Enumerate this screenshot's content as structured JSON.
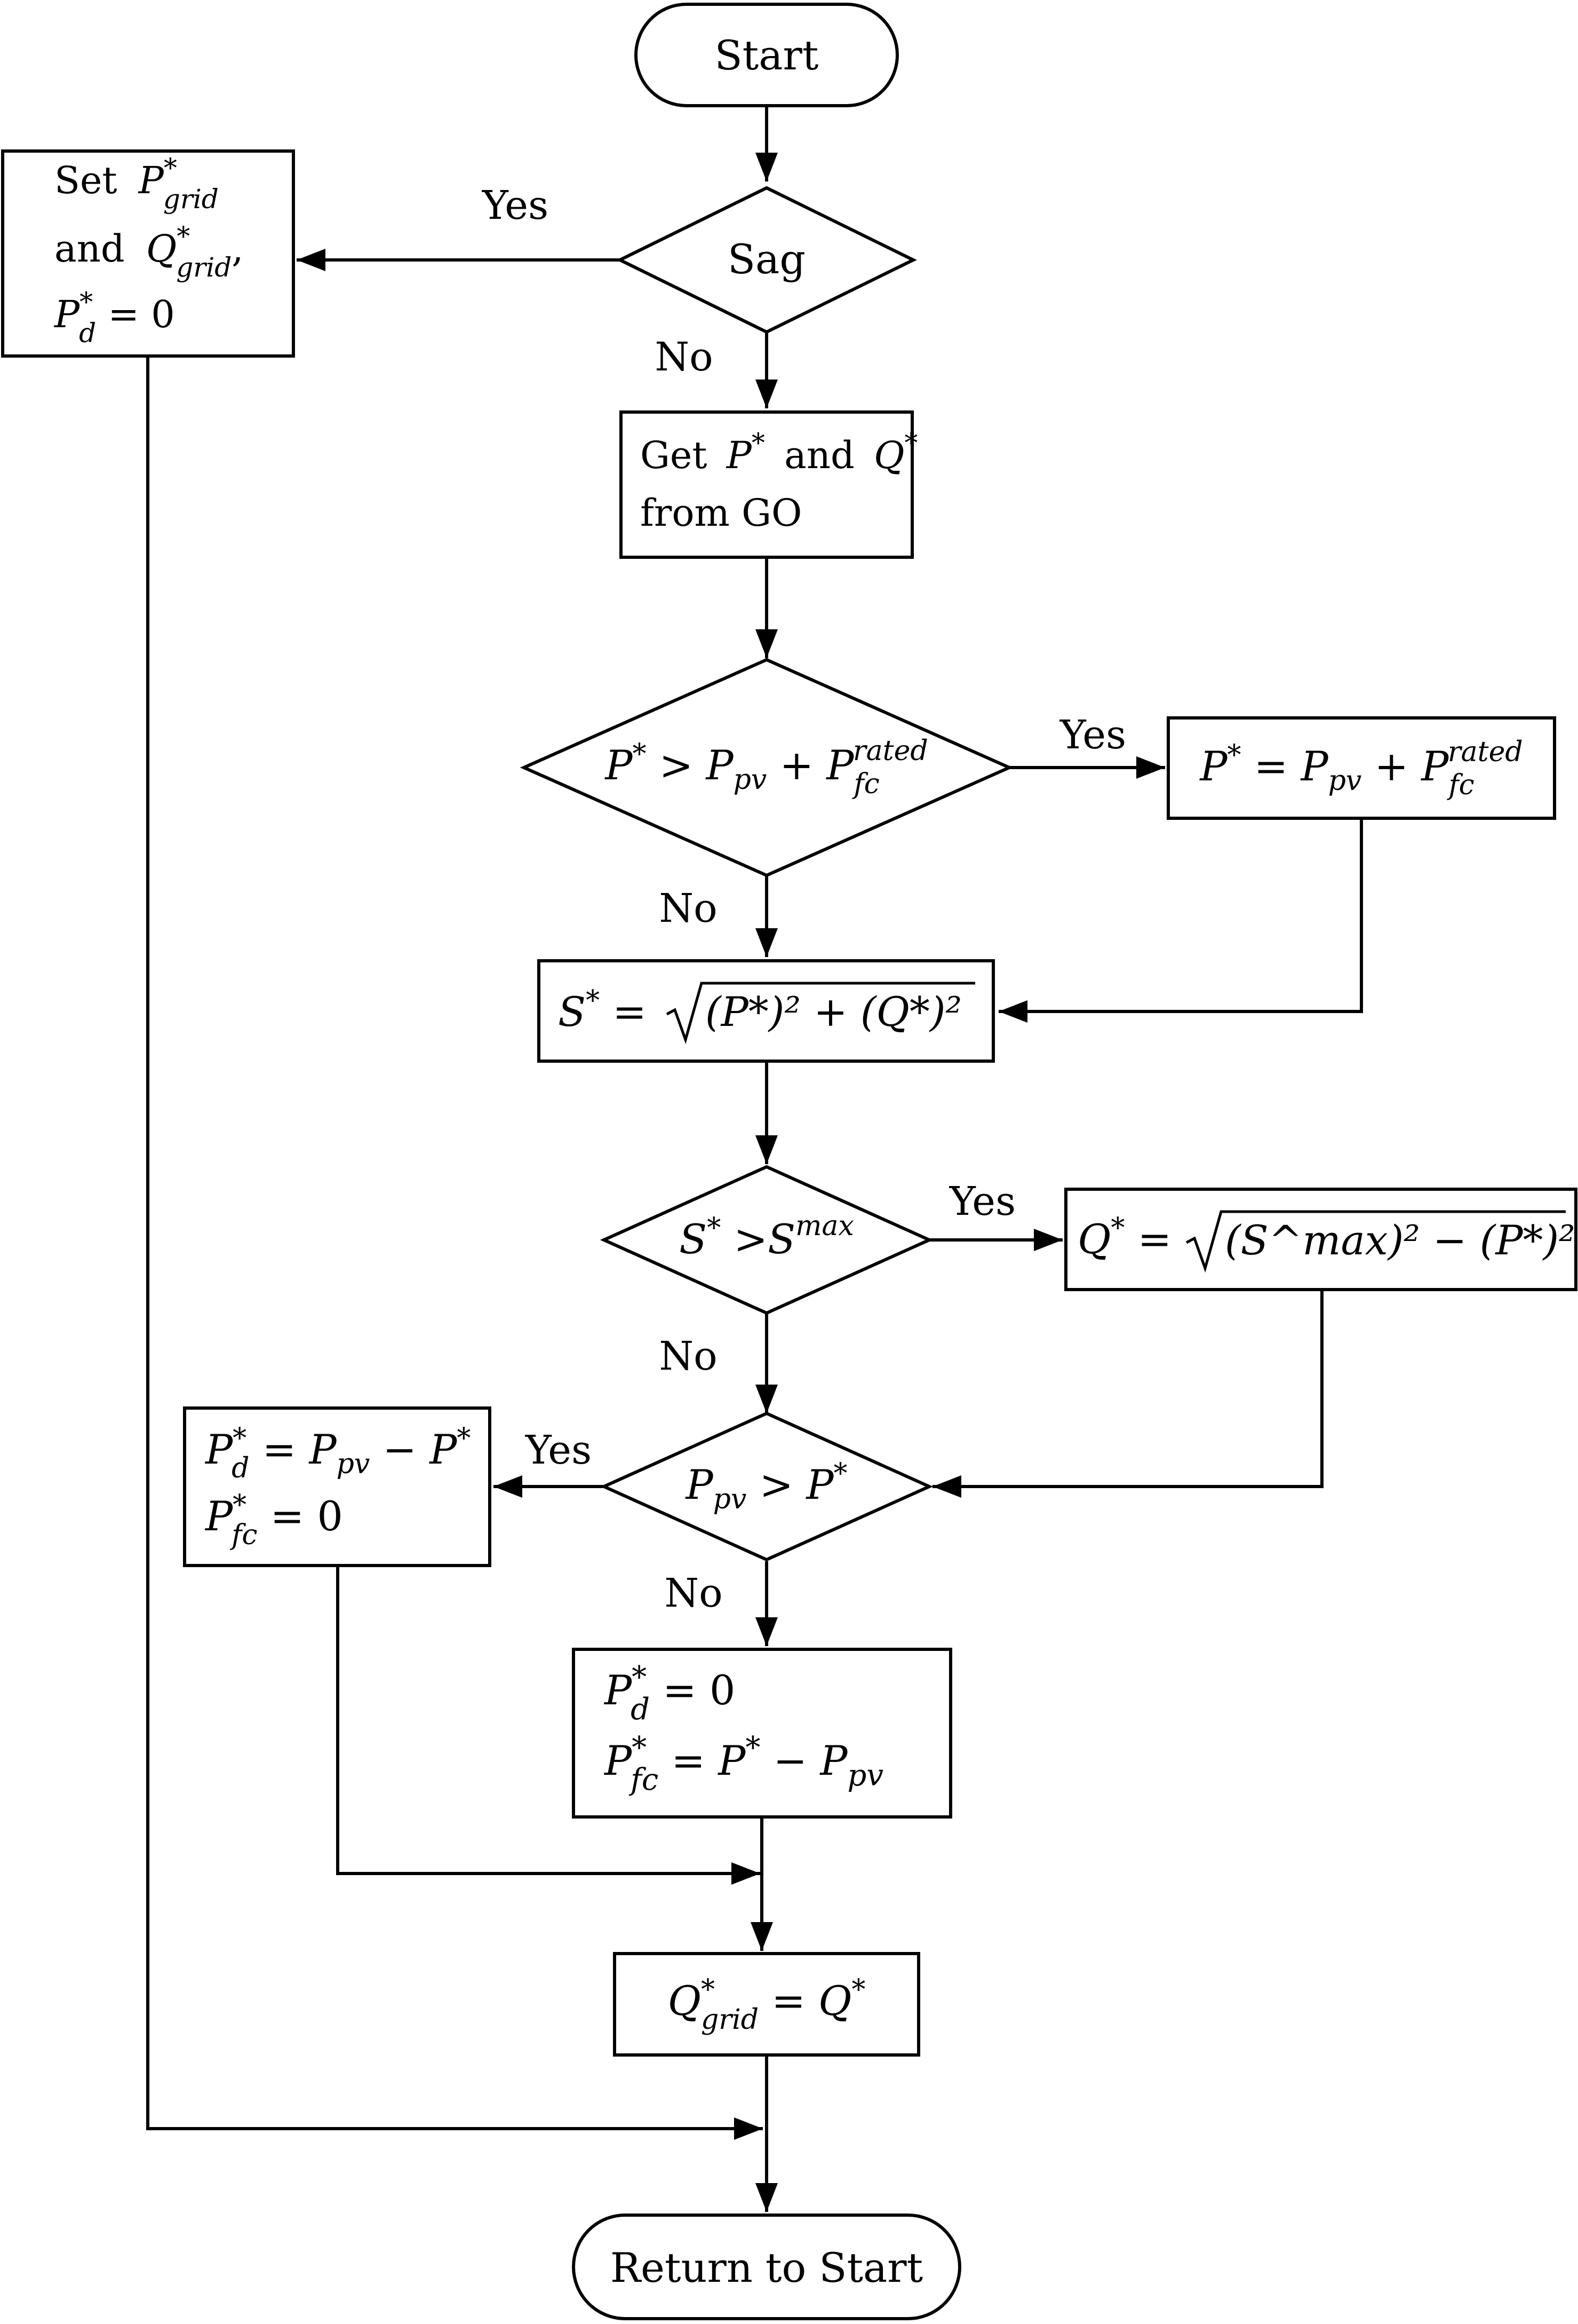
{
  "nodes": {
    "start": "Start",
    "sag": "Sag",
    "set_grid": {
      "line1_word": "Set",
      "line1_var": "P",
      "line1_sup": "*",
      "line1_sub": "grid",
      "line2_word": "and",
      "line2_var": "Q",
      "line2_sup": "*",
      "line2_sub": "grid",
      "line2_tail": ",",
      "line3_var": "P",
      "line3_sup": "*",
      "line3_sub": "d",
      "line3_tail": " = 0"
    },
    "get_go": {
      "w_get": "Get",
      "v_p": "P",
      "sup_p": "*",
      "w_and": "and",
      "v_q": "Q",
      "sup_q": "*",
      "line2": "from GO"
    },
    "check_p": {
      "v_p": "P",
      "sup": "*",
      "op": " > ",
      "v_ppv": "P",
      "sub_pv": "pv",
      "plus": " + ",
      "v_pfc": "P",
      "sub_fc": "fc",
      "sup_rated": "rated"
    },
    "set_p": {
      "v_p": "P",
      "sup": "*",
      "eq": " = ",
      "v_ppv": "P",
      "sub_pv": "pv",
      "plus": " + ",
      "v_pfc": "P",
      "sub_fc": "fc",
      "sup_rated": "rated"
    },
    "calc_s": {
      "v_s": "S",
      "sup": "*",
      "eq": " = ",
      "radicand": "(P*)² + (Q*)²"
    },
    "check_s": {
      "v_s": "S",
      "sup": "*",
      "op": " >",
      "v_smax": "S",
      "sup_max": "max"
    },
    "set_q": {
      "v_q": "Q",
      "sup": "*",
      "eq": " = ",
      "radicand": "(S^max)² − (P*)²"
    },
    "check_ppv": {
      "v_ppv": "P",
      "sub_pv": "pv",
      "op": " > ",
      "v_p": "P",
      "sup": "*"
    },
    "battery": {
      "l1_var": "P",
      "l1_sup": "*",
      "l1_sub": "d",
      "l1_eq": " = ",
      "l1_v2": "P",
      "l1_sub2": "pv",
      "l1_minus": " − ",
      "l1_v3": "P",
      "l1_sup3": "*",
      "l2_var": "P",
      "l2_sup": "*",
      "l2_sub": "fc",
      "l2_tail": " = 0"
    },
    "fuelcell": {
      "l1_var": "P",
      "l1_sup": "*",
      "l1_sub": "d",
      "l1_tail": " = 0",
      "l2_var": "P",
      "l2_sup": "*",
      "l2_sub": "fc",
      "l2_eq": " = ",
      "l2_v2": "P",
      "l2_sup2": "*",
      "l2_minus": " − ",
      "l2_v3": "P",
      "l2_sub3": "pv"
    },
    "set_qgrid": {
      "v_q": "Q",
      "sup": "*",
      "sub": "grid",
      "eq": " = ",
      "v_q2": "Q",
      "sup2": "*"
    },
    "end": "Return to Start"
  },
  "edges": {
    "sag_yes": "Yes",
    "sag_no": "No",
    "p_yes": "Yes",
    "p_no": "No",
    "s_yes": "Yes",
    "s_no": "No",
    "ppv_yes": "Yes",
    "ppv_no": "No"
  }
}
